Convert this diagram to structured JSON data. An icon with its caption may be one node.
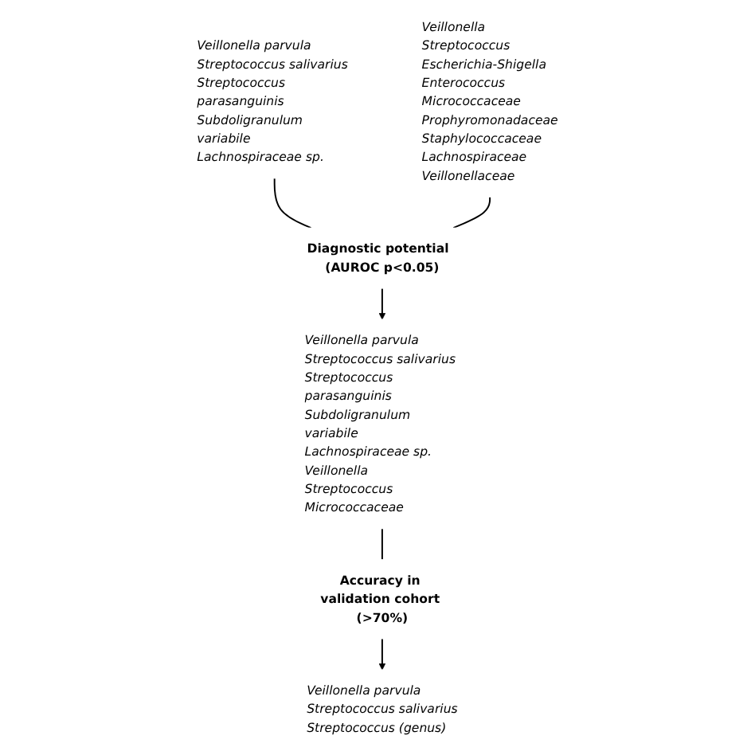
{
  "diagram": {
    "nodes": [
      {
        "text": [
          "Veillonella parvula",
          "Streptococcus salivarius",
          "Streptococcus parasanguinis",
          "Subdoligranulum variabile",
          "Lachnospiraceae sp."
        ]
      },
      {
        "text": [
          "Veillonella",
          "Streptococcus",
          "Escherichia-Shigella",
          "Enterococcus",
          "Micrococcaceae",
          "Prophyromonadaceae",
          "Staphylococcaceae",
          "Lachnospiraceae",
          "Veillonellaceae"
        ]
      },
      {
        "text": [
          "Diagnostic potential  (AUROC p<0.05)"
        ]
      },
      {
        "text": [
          "Veillonella parvula",
          "Streptococcus salivarius",
          "Streptococcus parasanguinis",
          "Subdoligranulum variabile",
          "Lachnospiraceae sp.",
          "Veillonella",
          "Streptococcus",
          "Micrococcaceae"
        ]
      },
      {
        "text": [
          "Accuracy in validation cohort (>70%)"
        ]
      },
      {
        "text": [
          "Veillonella parvula",
          "Streptococcus salivarius",
          "Streptococcus (genus)"
        ]
      }
    ],
    "edges": [
      {
        "from": 0,
        "to": 2,
        "arrow": "none"
      },
      {
        "from": 1,
        "to": 2,
        "arrow": "none"
      },
      {
        "from": 2,
        "to": 3,
        "arrow": "to"
      },
      {
        "from": 3,
        "to": 4,
        "arrow": "none"
      },
      {
        "from": 4,
        "to": 5,
        "arrow": "to"
      }
    ]
  }
}
